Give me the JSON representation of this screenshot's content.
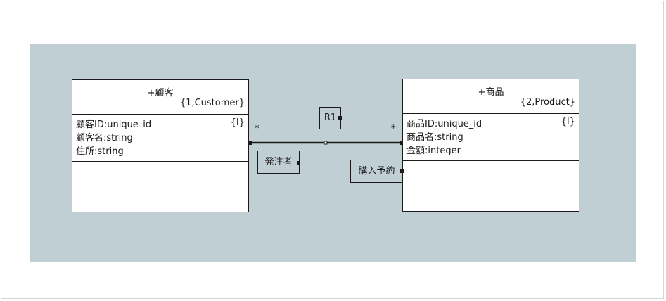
{
  "classes": [
    {
      "name": "+顧客",
      "tag": "{1,Customer}",
      "identifier": "{I}",
      "attributes": [
        "顧客ID:unique_id",
        "顧客名:string",
        "住所:string"
      ]
    },
    {
      "name": "+商品",
      "tag": "{2,Product}",
      "identifier": "{I}",
      "attributes": [
        "商品ID:unique_id",
        "商品名:string",
        "金額:integer"
      ]
    }
  ],
  "association": {
    "id": "R1",
    "left_role": "発注者",
    "right_role": "購入予約",
    "left_multiplicity": "*",
    "right_multiplicity": "*"
  },
  "colors": {
    "canvas": "#c0cfd3",
    "line": "#1a1a1a",
    "box": "#ffffff"
  }
}
